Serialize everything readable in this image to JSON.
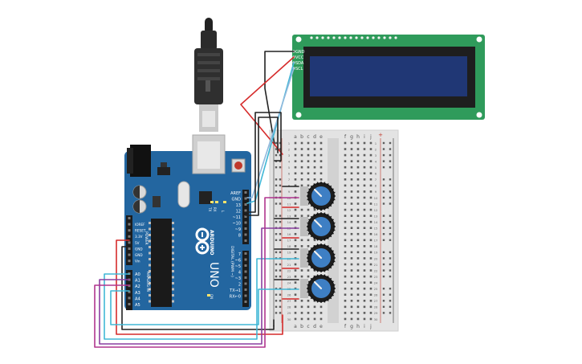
{
  "lcd": {
    "pin_labels": [
      "GND",
      "VCC",
      "SDA",
      "SCL"
    ]
  },
  "arduino": {
    "logo": "ARDUINO",
    "model": "UNO",
    "left_header": [
      "IOREF",
      "RESET",
      "3.3V",
      "5V",
      "GND",
      "GND",
      "Vin"
    ],
    "left_group": "POWER",
    "analog_pins": [
      "A0",
      "A1",
      "A2",
      "A3",
      "A4",
      "A5"
    ],
    "analog_group": "ANALOG IN",
    "digital_top": [
      "AREF",
      "GND",
      "13",
      "12",
      "~11",
      "~10",
      "~9",
      "8"
    ],
    "digital_bottom": [
      "7",
      "~6",
      "~5",
      "4",
      "~3",
      "2",
      "TX→1",
      "RX←0"
    ],
    "digital_group": "DIGITAL (PWM ~)",
    "led_labels": [
      "TX",
      "RX",
      "L"
    ],
    "on_label": "ON"
  },
  "breadboard": {
    "col_labels_left": [
      "a",
      "b",
      "c",
      "d",
      "e"
    ],
    "col_labels_right": [
      "f",
      "g",
      "h",
      "i",
      "j"
    ],
    "rail_plus": "+",
    "rail_minus": "-",
    "row_count": 30
  },
  "colors": {
    "board_blue": "#2366a0",
    "pcb_green": "#2f9b5b",
    "lcd_screen": "#203775",
    "wire_red": "#d62b2b",
    "wire_black": "#222222",
    "wire_blue": "#41b7d6",
    "wire_purple": "#8a3fa0",
    "wire_magenta": "#b0358e",
    "pot_blue": "#3e7fc4"
  }
}
